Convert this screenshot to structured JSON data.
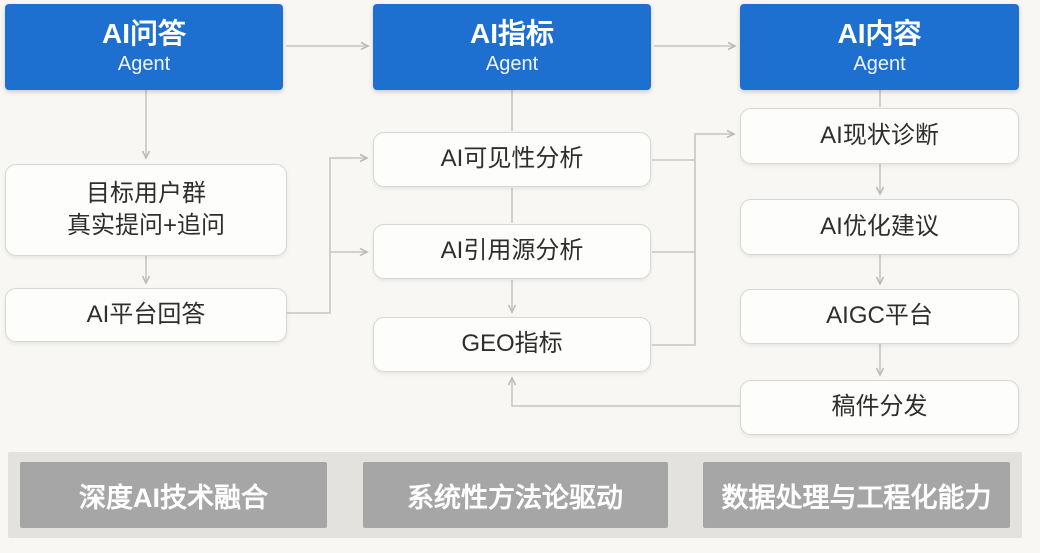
{
  "agents": {
    "qa": {
      "title": "AI问答",
      "subtitle": "Agent"
    },
    "metrics": {
      "title": "AI指标",
      "subtitle": "Agent"
    },
    "content": {
      "title": "AI内容",
      "subtitle": "Agent"
    }
  },
  "qa_flow": {
    "target_users_line1": "目标用户群",
    "target_users_line2": "真实提问+追问",
    "platform_answer": "AI平台回答"
  },
  "metrics_flow": {
    "visibility_analysis": "AI可见性分析",
    "citation_source_analysis": "AI引用源分析",
    "geo_metrics": "GEO指标"
  },
  "content_flow": {
    "status_diagnosis": "AI现状诊断",
    "optimization_advice": "AI优化建议",
    "aigc_platform": "AIGC平台",
    "article_distribution": "稿件分发"
  },
  "capabilities": [
    "深度AI技术融合",
    "系统性方法论驱动",
    "数据处理与工程化能力"
  ],
  "colors": {
    "agent_blue": "#1d70cf",
    "node_background": "#fdfdfb",
    "node_border": "#d8d7d3",
    "connector_gray": "#c7c6c2",
    "capability_gray": "#a6a6a6",
    "capability_bar_background": "#e3e2df",
    "page_background": "#f8f7f4"
  }
}
